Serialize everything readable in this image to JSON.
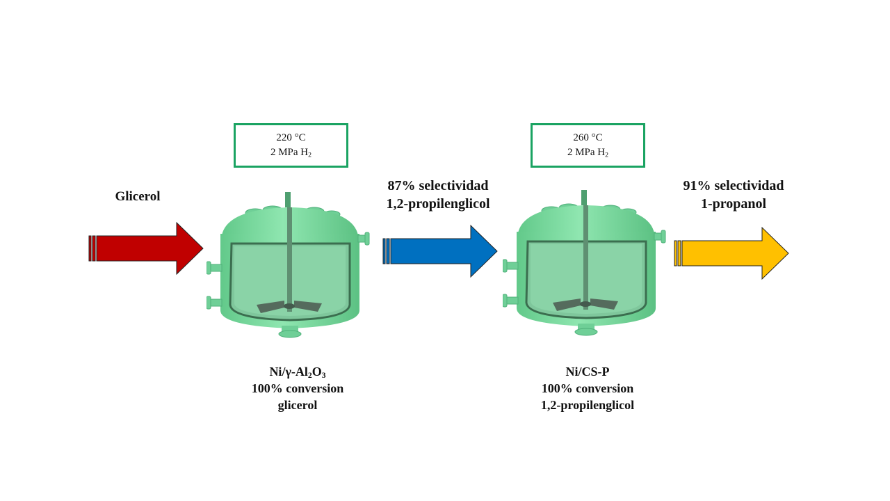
{
  "stage1": {
    "conditions": {
      "temperature": "220 °C",
      "pressure": "2 MPa H",
      "pressure_sub": "2"
    },
    "feed_label": "Glicerol",
    "catalyst": {
      "name_parts": [
        "Ni/γ-Al",
        "2",
        "O",
        "3"
      ],
      "conversion": "100% conversion",
      "substrate": "glicerol"
    }
  },
  "intermediate": {
    "selectivity": "87% selectividad",
    "product": "1,2-propilenglicol"
  },
  "stage2": {
    "conditions": {
      "temperature": "260 °C",
      "pressure": "2 MPa H",
      "pressure_sub": "2"
    },
    "catalyst": {
      "name": "Ni/CS-P",
      "conversion": "100% conversion",
      "substrate": "1,2-propilenglicol"
    }
  },
  "final": {
    "selectivity": "91% selectividad",
    "product": "1-propanol"
  },
  "colors": {
    "feed_arrow": "#c00000",
    "intermediate_arrow": "#0070c0",
    "product_arrow": "#ffc000",
    "box_border": "#1aa362",
    "reactor": "#7fdca0"
  },
  "icons": [
    "reactor-vessel-icon",
    "reactor-vessel-icon"
  ]
}
